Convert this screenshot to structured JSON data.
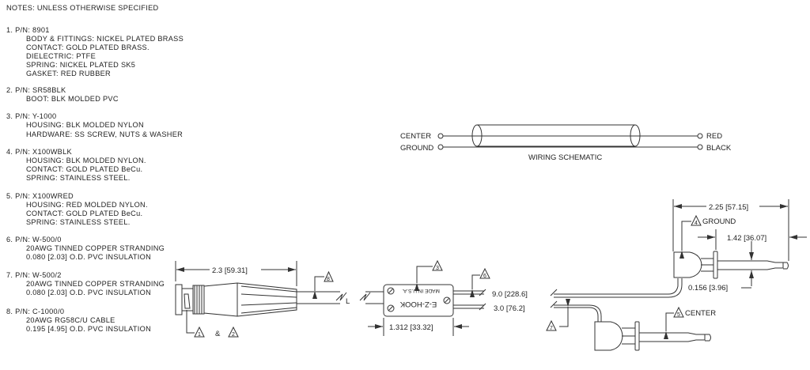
{
  "notes": {
    "title": "NOTES: UNLESS OTHERWISE SPECIFIED",
    "items": [
      {
        "header": "1. P/N: 8901",
        "lines": [
          "BODY & FITTINGS: NICKEL PLATED BRASS",
          "CONTACT: GOLD PLATED BRASS.",
          "DIELECTRIC: PTFE",
          "SPRING: NICKEL PLATED SK5",
          "GASKET: RED RUBBER"
        ]
      },
      {
        "header": "2. P/N: SR58BLK",
        "lines": [
          "BOOT: BLK MOLDED PVC"
        ]
      },
      {
        "header": "3. P/N: Y-1000",
        "lines": [
          "HOUSING: BLK MOLDED NYLON",
          "HARDWARE: SS SCREW, NUTS & WASHER"
        ]
      },
      {
        "header": "4. P/N: X100WBLK",
        "lines": [
          "HOUSING: BLK MOLDED NYLON.",
          "CONTACT: GOLD PLATED BeCu.",
          "SPRING: STAINLESS STEEL."
        ]
      },
      {
        "header": "5. P/N: X100WRED",
        "lines": [
          "HOUSING: RED MOLDED NYLON.",
          "CONTACT: GOLD PLATED BeCu.",
          "SPRING: STAINLESS STEEL."
        ]
      },
      {
        "header": "6. P/N: W-500/0",
        "lines": [
          "20AWG TINNED COPPER STRANDING",
          "0.080 [2.03] O.D. PVC INSULATION"
        ]
      },
      {
        "header": "7. P/N: W-500/2",
        "lines": [
          "20AWG TINNED COPPER STRANDING",
          "0.080 [2.03] O.D. PVC INSULATION"
        ]
      },
      {
        "header": "8. P/N: C-1000/0",
        "lines": [
          "20AWG RG58C/U CABLE",
          "0.195 [4.95] O.D. PVC INSULATION"
        ]
      }
    ]
  },
  "schematic": {
    "center": "CENTER",
    "ground": "GROUND",
    "red": "RED",
    "black": "BLACK",
    "title": "WIRING SCHEMATIC"
  },
  "drawing": {
    "dim_bnc": "2.3 [59.31]",
    "dim_housing": "1.312 [33.32]",
    "dim_long_wire": "9.0 [228.6]",
    "dim_short_wire": "3.0 [76.2]",
    "dim_probe_overall": "2.25 [57.15]",
    "dim_probe_tip": "1.42 [36.07]",
    "dim_probe_dia": "0.156 [3.96]",
    "length_label": "L",
    "housing_brand": "E-Z-HOOK",
    "housing_origin": "MADE IN U.S.A.",
    "ground_label": "GROUND",
    "center_label": "CENTER",
    "and_label": "&",
    "callouts": {
      "c1": "1",
      "c2": "2",
      "c3": "3",
      "c4": "4",
      "c5": "5",
      "c6": "6",
      "c7": "7",
      "c8": "8"
    }
  }
}
